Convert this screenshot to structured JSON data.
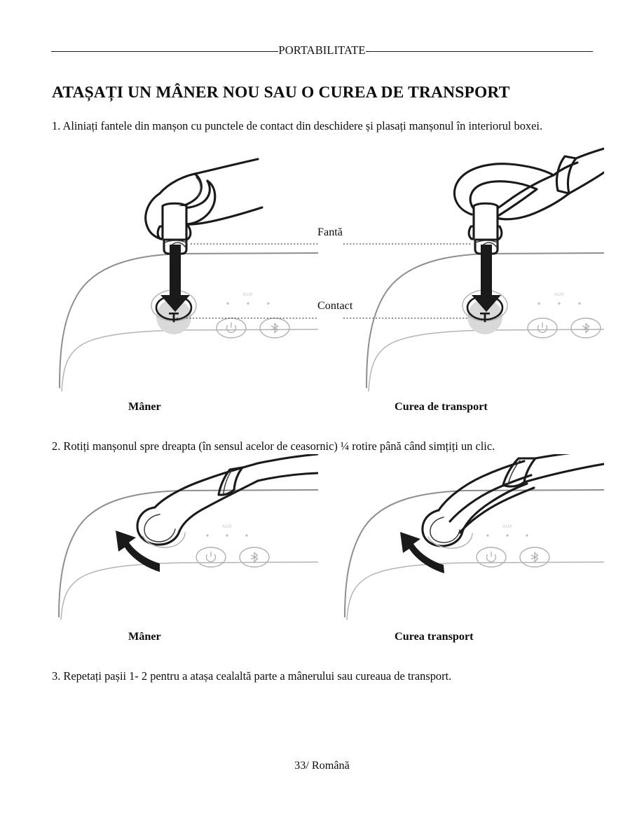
{
  "page": {
    "running_header": "PORTABILITATE",
    "heading": "ATAȘAȚI UN MÂNER NOU SAU O CUREA DE TRANSPORT",
    "footer": "33/ Română"
  },
  "steps": [
    {
      "id": 1,
      "text": "1. Aliniați fantele din manșon cu punctele de contact din deschidere și plasați manșonul în interiorul boxei."
    },
    {
      "id": 2,
      "text": "2. Rotiți manșonul spre dreapta (în sensul acelor de ceasornic) ¼ rotire până când simțiți un clic."
    },
    {
      "id": 3,
      "text": "3. Repetați pașii 1- 2 pentru a atașa cealaltă parte a mânerului sau cureaua de transport."
    }
  ],
  "callouts": {
    "slot": "Fantă",
    "contact": "Contact"
  },
  "figures": {
    "row1": {
      "left_caption": "Mâner",
      "right_caption": "Curea de transport"
    },
    "row2": {
      "left_caption": "Mâner",
      "right_caption": "Curea transport"
    }
  },
  "speaker_panel": {
    "aux_label": "AUX",
    "power_icon": "power-icon",
    "bluetooth_icon": "bluetooth-icon",
    "indicator_dots": 3
  },
  "colors": {
    "ink": "#1a1a1a",
    "body_outline": "#8e8e8e",
    "faint_outline": "#b4b4b4",
    "control_outline": "#b0b0b0",
    "aux_text": "#bdbdbd",
    "shade": "#d9d9d9",
    "page_background": "#ffffff",
    "text": "#0d0d0d"
  }
}
